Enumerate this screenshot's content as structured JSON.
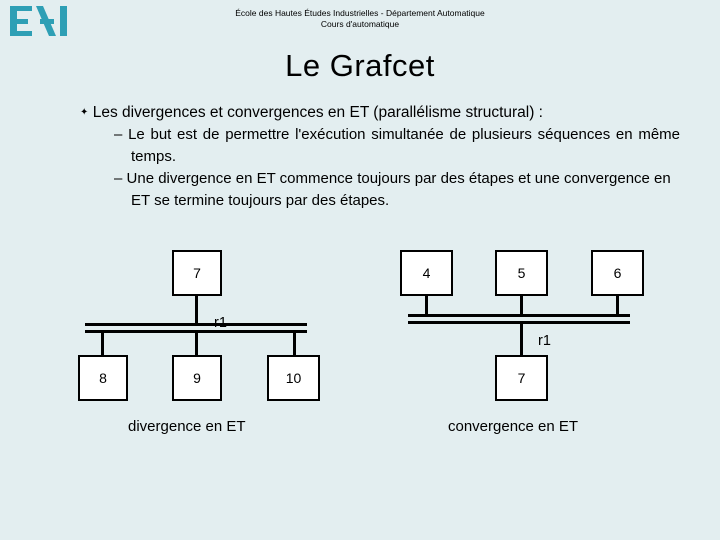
{
  "header": {
    "line1": "École des Hautes Études Industrielles -  Département Automatique",
    "line2": "Cours d'automatique"
  },
  "title": "Le Grafcet",
  "bullets": {
    "level1_mark": "✦",
    "level1": "Les divergences et convergences en ET (parallélisme structural) :",
    "level2_mark": "–",
    "level2_a": "Le but est de permettre l'exécution simultanée de plusieurs séquences en même temps.",
    "level2_b": "Une divergence en ET commence toujours par des étapes et une convergence en ET se termine toujours par des étapes."
  },
  "diagram": {
    "left": {
      "top_step": "7",
      "transition_label": "r1",
      "bottom_steps": [
        "8",
        "9",
        "10"
      ],
      "caption": "divergence en ET"
    },
    "right": {
      "top_steps": [
        "4",
        "5",
        "6"
      ],
      "transition_label": "r1",
      "bottom_step": "7",
      "caption": "convergence en ET"
    }
  },
  "colors": {
    "background": "#e3eef0",
    "logo": "#2e9fb5",
    "ink": "#000000",
    "step_fill": "#ffffff"
  }
}
